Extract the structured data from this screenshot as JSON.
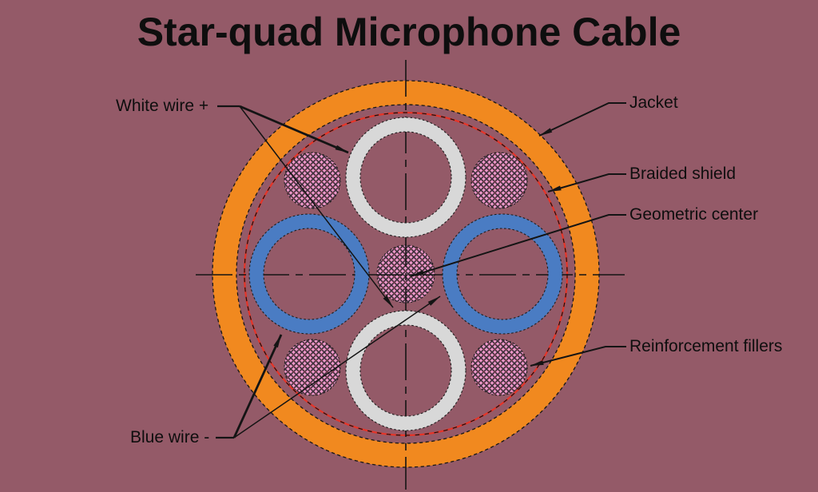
{
  "title": "Star-quad Microphone Cable",
  "labels": {
    "white_wire": "White wire +",
    "blue_wire": "Blue wire -",
    "jacket": "Jacket",
    "braided_shield": "Braided shield",
    "geometric_center": "Geometric center",
    "reinforcement_fillers": "Reinforcement fillers"
  },
  "colors": {
    "bg": "#945a68",
    "text": "#0e0e0e",
    "line": "#141414",
    "jacket": "#f1891f",
    "shield": "#e63428",
    "wire_white": "#d8d8d8",
    "wire_blue": "#4a7cc3",
    "filler_pink": "#ec96c8",
    "filler_hatch": "#3c2e38",
    "filler_dot": "#8f4252"
  }
}
